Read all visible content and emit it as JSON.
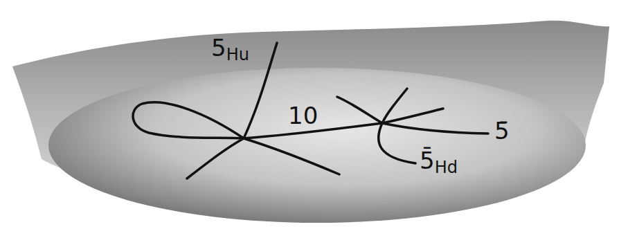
{
  "diagram": {
    "labels": [
      "5Hu",
      "10",
      "5̄",
      "5̄Hd"
    ]
  }
}
